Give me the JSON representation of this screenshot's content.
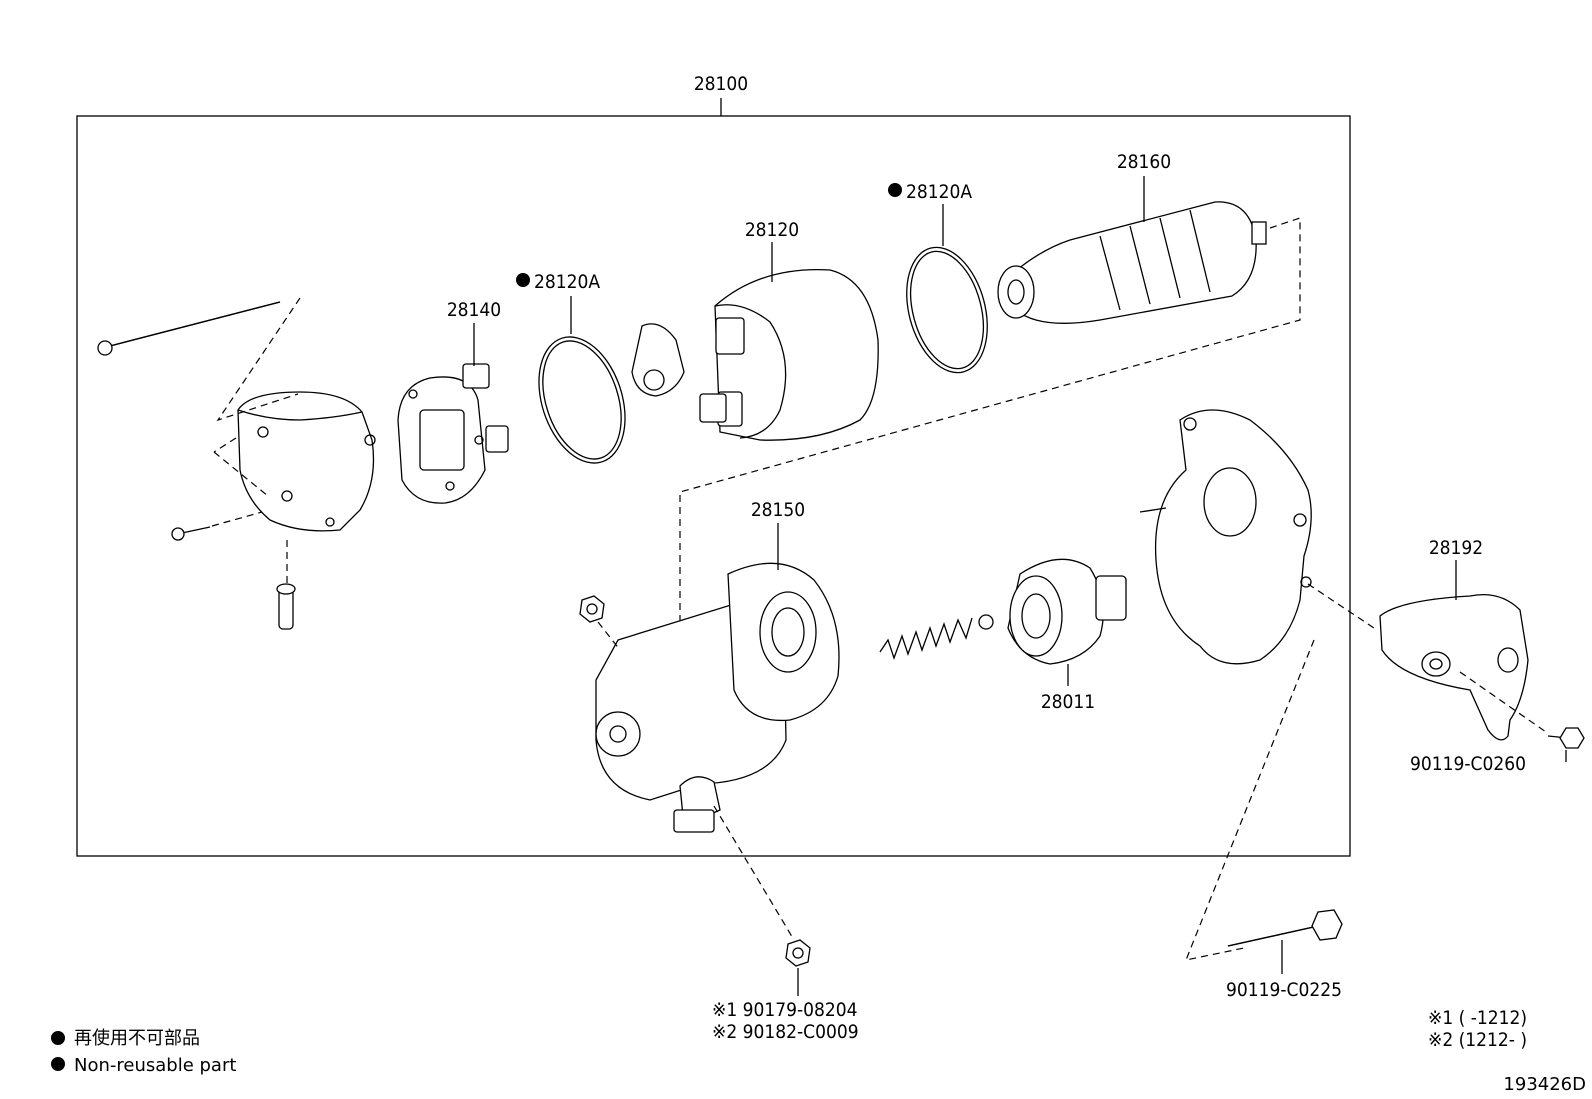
{
  "labels": {
    "assembly": "28100",
    "end_frame": "28140",
    "ring_left": "28120A",
    "solenoid": "28120",
    "ring_right": "28120A",
    "armature": "28160",
    "housing": "28150",
    "drive_clutch": "28011",
    "cover": "28192",
    "bolt_cover": "90119-C0260",
    "bolt_long": "90119-C0225",
    "nut_1": "※1 90179-08204",
    "nut_2": "※2 90182-C0009"
  },
  "legend": {
    "jp": "再使用不可部品",
    "en": "Non-reusable part"
  },
  "notes": {
    "note1": "※1 (    -1212)",
    "note2": "※2 (1212-    )"
  },
  "diagram_id": "193426D"
}
